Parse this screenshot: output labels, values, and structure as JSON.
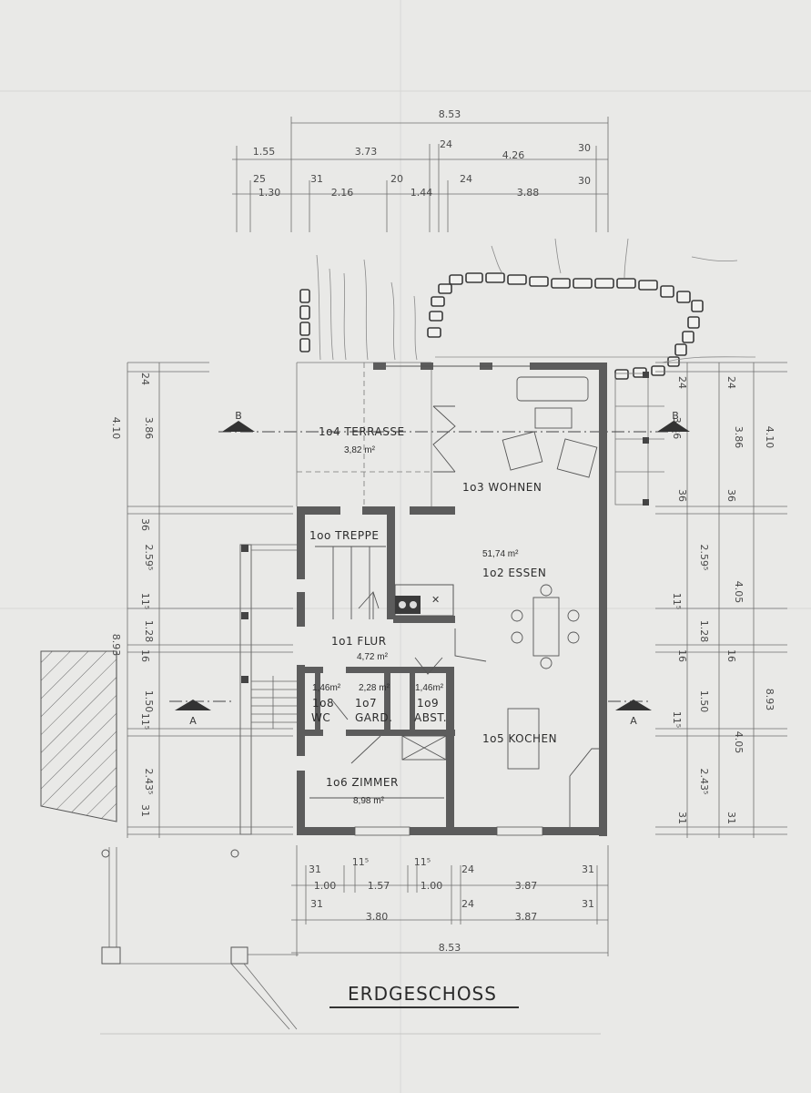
{
  "title": "ERDGESCHOSS",
  "top_dims": {
    "overall": "8.53",
    "row1": [
      "1.55",
      "3.73",
      "24",
      "4.26",
      "30"
    ],
    "row2": [
      "25",
      "1.30",
      "31",
      "2.16",
      "20",
      "1.44",
      "24",
      "3.88",
      "30"
    ]
  },
  "bottom_dims": {
    "overall": "8.53",
    "row1": [
      "31",
      "1.00",
      "11⁵",
      "1.57",
      "11⁵",
      "1.00",
      "24",
      "3.87",
      "31"
    ],
    "row2": [
      "31",
      "3.80",
      "24",
      "3.87",
      "31"
    ]
  },
  "left_dims": {
    "overall": "8.93",
    "top_pair": [
      "24",
      "4.10",
      "3.86"
    ],
    "lower": [
      "36",
      "2.59⁵",
      "11⁵",
      "1.28",
      "16",
      "1.50",
      "11⁵",
      "2.43⁵",
      "31"
    ]
  },
  "right_dims": {
    "overall": "8.93",
    "top_pair": [
      "24",
      "3.86",
      "24",
      "3.86",
      "4.10"
    ],
    "lower": [
      "36",
      "36",
      "2.59⁵",
      "11⁵",
      "1.28",
      "16",
      "16",
      "4.05",
      "1.50",
      "11⁵",
      "4.05",
      "2.43⁵",
      "31",
      "31"
    ]
  },
  "sections": {
    "b_left": "B",
    "b_right": "B",
    "a_left": "A",
    "a_right": "A"
  },
  "rooms": {
    "terrasse": {
      "name": "1o4 TERRASSE",
      "area": "3,82 m²"
    },
    "wohnen": {
      "name": "1o3  WOHNEN"
    },
    "essen": {
      "name": "1o2 ESSEN",
      "area": "51,74 m²"
    },
    "treppe": {
      "name": "1oo TREPPE"
    },
    "flur": {
      "name": "1o1  FLUR",
      "area": "4,72 m²"
    },
    "wc": {
      "name": "1o8",
      "name2": "WC",
      "area": "1,46m²"
    },
    "gard": {
      "name": "1o7",
      "name2": "GARD.",
      "area": "2,28 m²"
    },
    "abst": {
      "name": "1o9",
      "name2": "ABST.",
      "area": "1,46m²"
    },
    "kochen": {
      "name": "1o5  KOCHEN"
    },
    "zimmer": {
      "name": "1o6  ZIMMER",
      "area": "8,98 m²"
    }
  }
}
